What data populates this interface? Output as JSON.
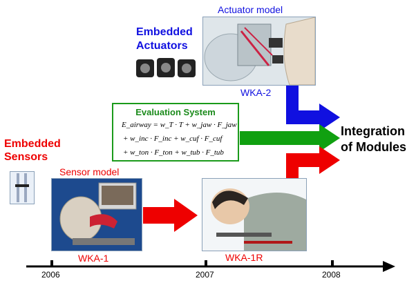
{
  "actuator_model_label": "Actuator model",
  "embedded_actuators": [
    "Embedded",
    "Actuators"
  ],
  "wka2_label": "WKA-2",
  "evaluation": {
    "title": "Evaluation System",
    "lines": [
      "E_airway = w_T · T + w_jaw · F_jaw",
      "+ w_inc · F_inc + w_cuf · F_cuf",
      "+ w_ton · F_ton + w_tub · F_tub"
    ]
  },
  "integration": [
    "Integration",
    "of Modules"
  ],
  "embedded_sensors": [
    "Embedded",
    "Sensors"
  ],
  "sensor_model_label": "Sensor model",
  "wka1_label": "WKA-1",
  "wka1r_label": "WKA-1R",
  "years": [
    "2006",
    "2007",
    "2008"
  ],
  "colors": {
    "blue": "#1010e0",
    "red": "#ee0000",
    "green": "#10a010"
  }
}
